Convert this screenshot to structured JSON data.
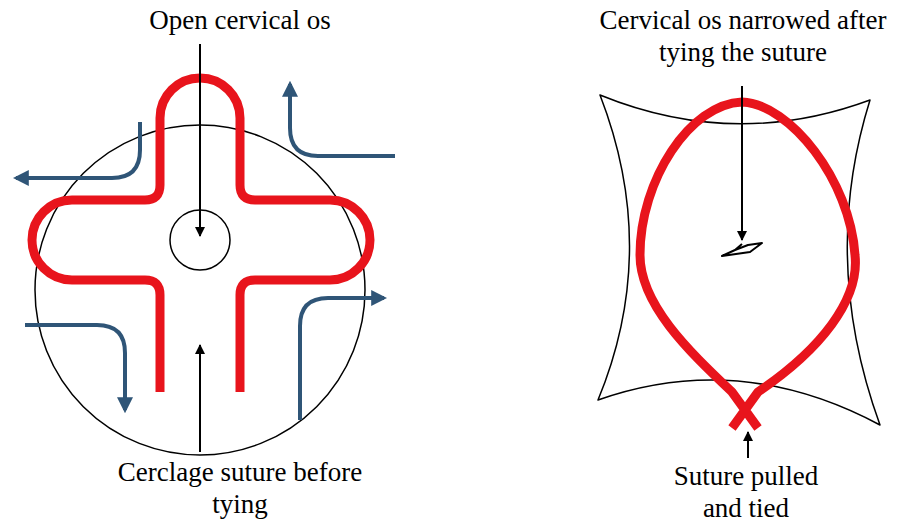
{
  "diagram": {
    "labels": [
      "Open cervical os",
      "Cervical os narrowed after tying the suture",
      "Cerclage suture before tying",
      "Suture pulled and tied"
    ]
  }
}
